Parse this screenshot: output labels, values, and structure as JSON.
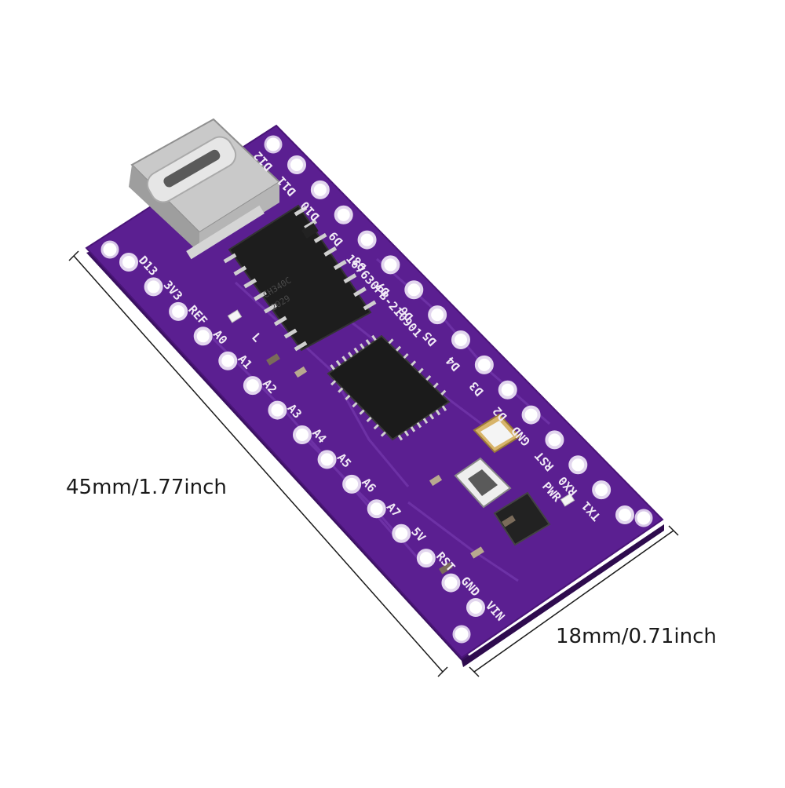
{
  "dimensions": {
    "length": "45mm/1.77inch",
    "width": "18mm/0.71inch"
  },
  "board": {
    "color": "#5b1f91",
    "connector": "usb-type-c-icon",
    "left_header_labels": [
      "D13",
      "3V3",
      "REF",
      "A0",
      "A1",
      "A2",
      "A3",
      "A4",
      "A5",
      "A6",
      "A7",
      "5V",
      "RST",
      "GND",
      "VIN"
    ],
    "right_header_labels": [
      "D12",
      "D11",
      "D10",
      "D9",
      "D8",
      "D7",
      "D6",
      "D5",
      "D4",
      "D3",
      "D2",
      "GND",
      "RST",
      "RX0",
      "TX1"
    ],
    "misc_labels": {
      "led": "L",
      "power": "PWR",
      "serial": "167630PB-210901"
    },
    "usb_chip_marking": [
      "CH340C",
      "2029"
    ]
  }
}
